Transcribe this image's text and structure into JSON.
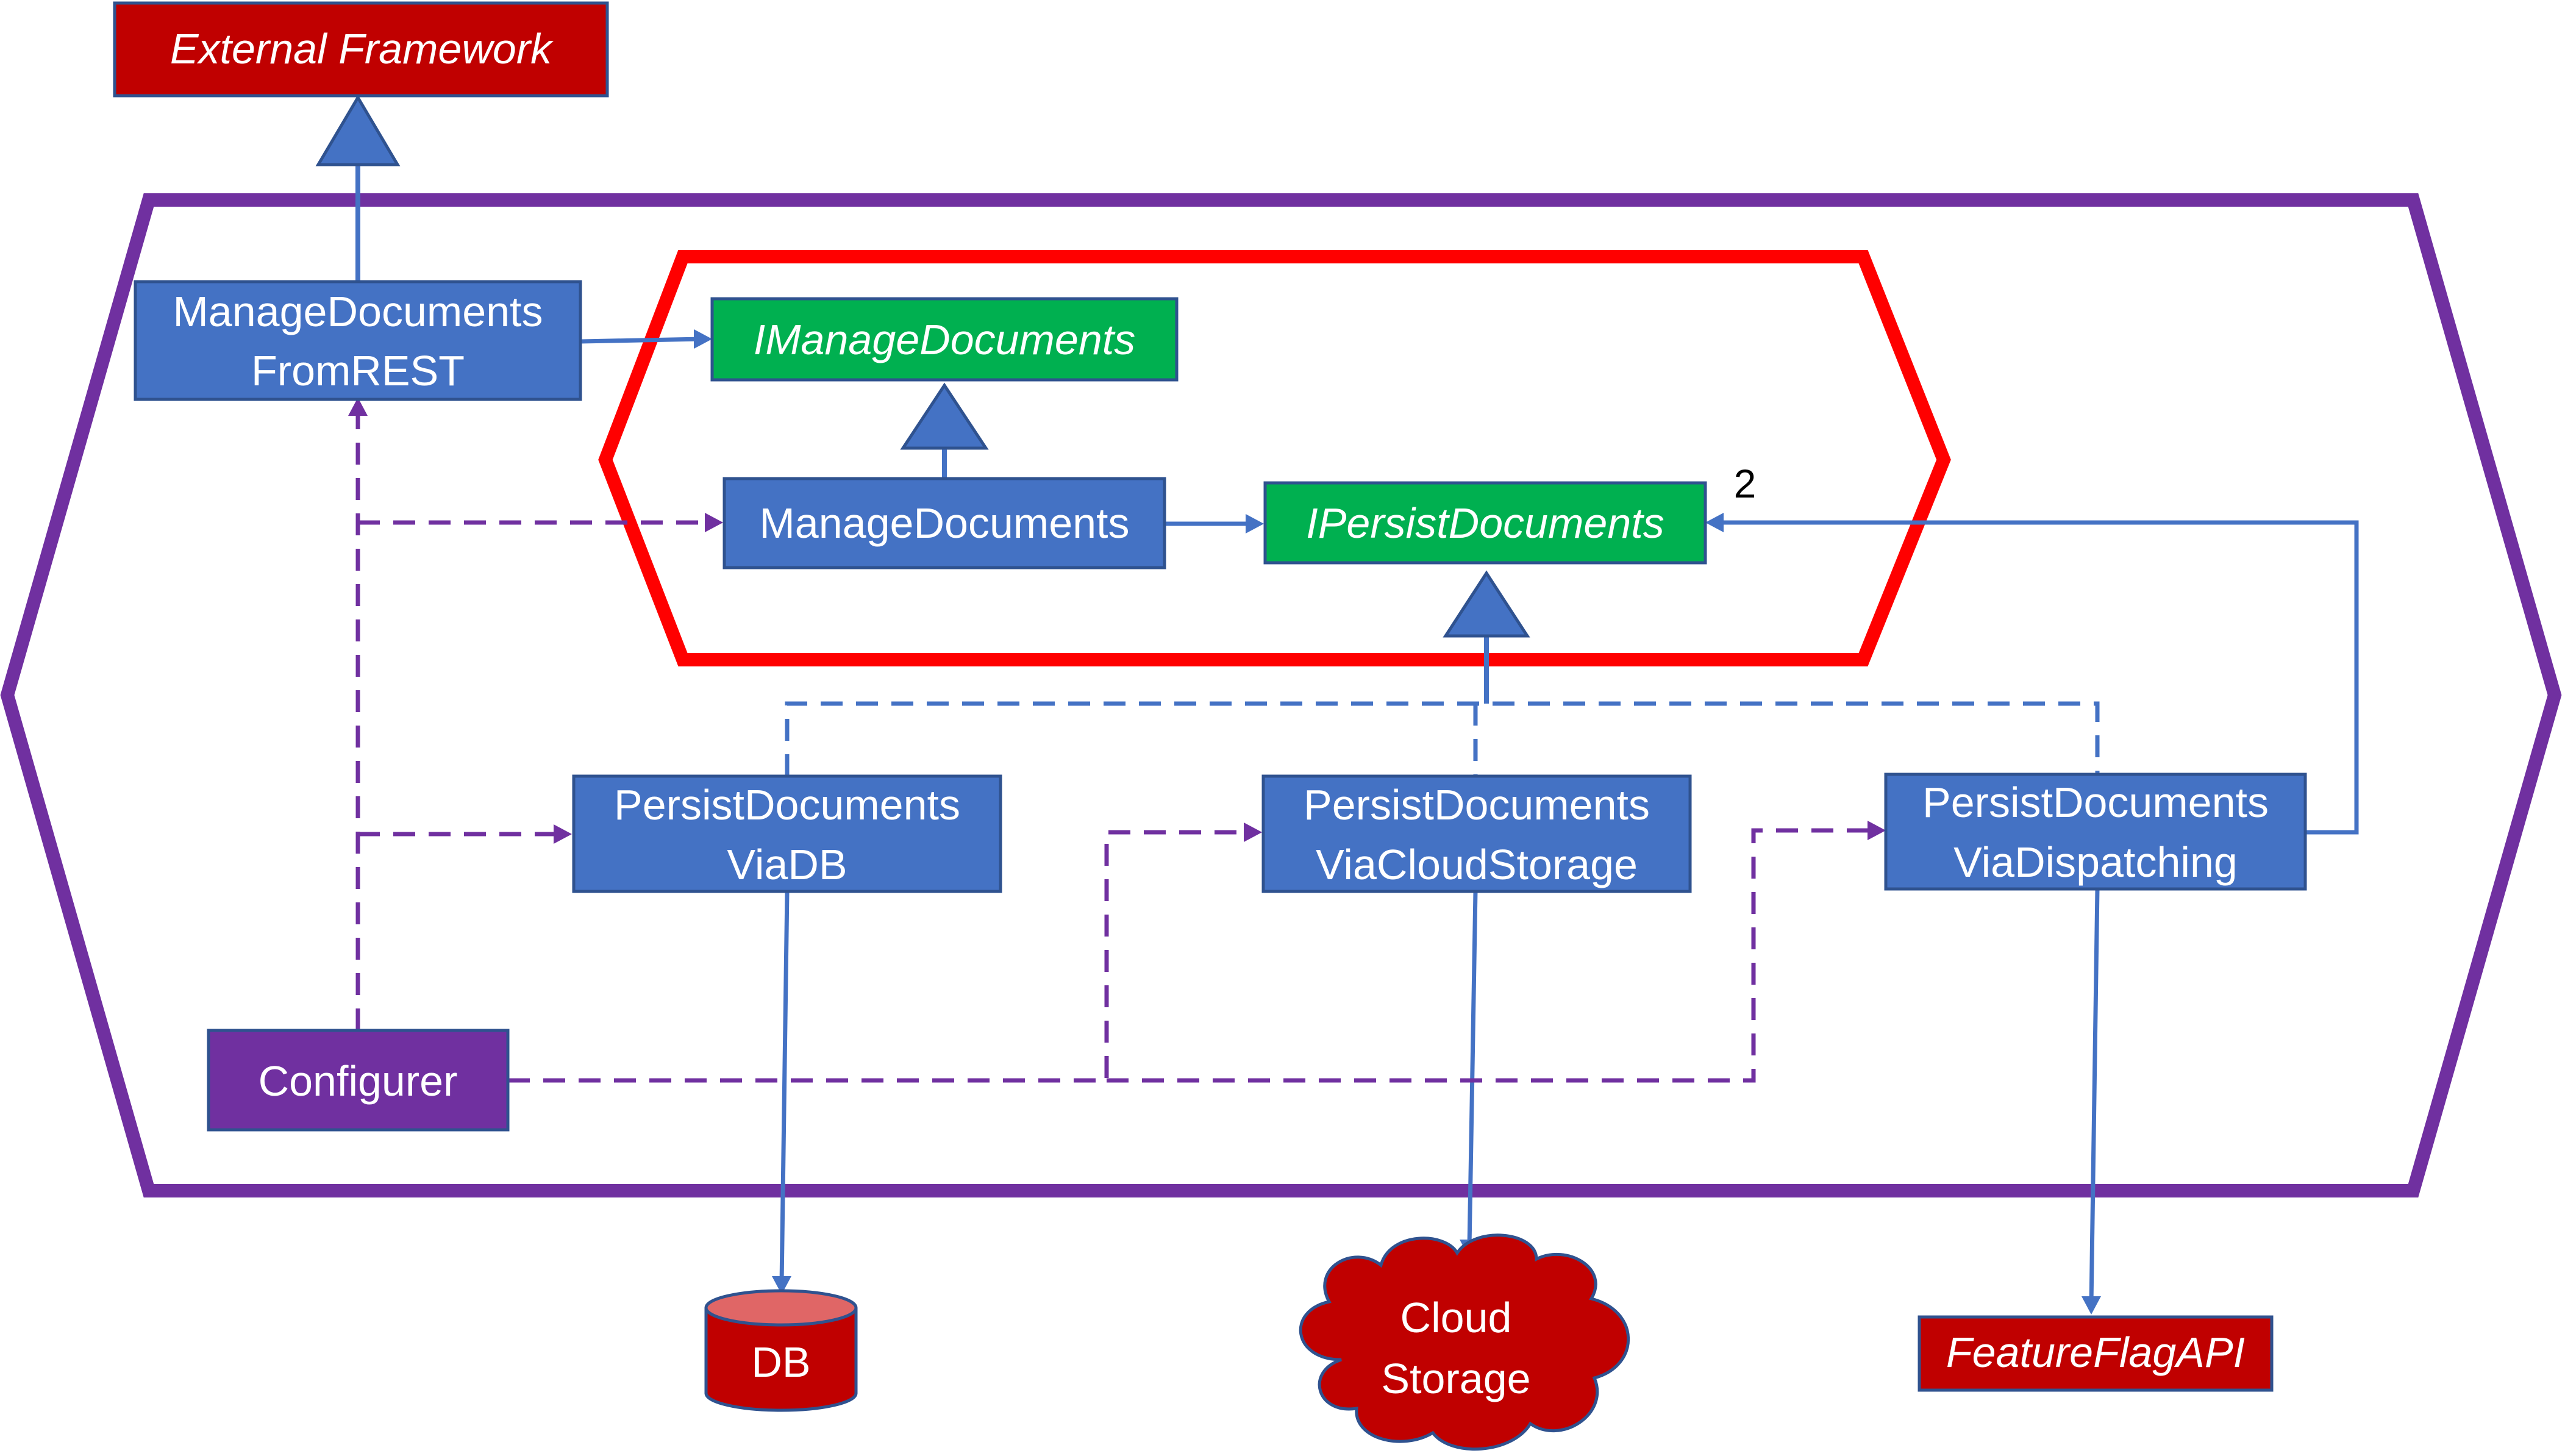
{
  "colors": {
    "blue_box": "#4472C4",
    "blue_border": "#2F528F",
    "green_box": "#00B050",
    "red_box": "#C00000",
    "purple": "#7030A0",
    "red_hex": "#FF0000",
    "connector_blue": "#4472C4",
    "dashed_purple": "#7030A0"
  },
  "external": {
    "framework": "External Framework",
    "db": "DB",
    "cloud_line1": "Cloud",
    "cloud_line2": "Storage",
    "feature_flag": "FeatureFlagAPI"
  },
  "adapters": {
    "rest_line1": "ManageDocuments",
    "rest_line2": "FromREST",
    "db_line1": "PersistDocuments",
    "db_line2": "ViaDB",
    "cloud_line1": "PersistDocuments",
    "cloud_line2": "ViaCloudStorage",
    "dispatch_line1": "PersistDocuments",
    "dispatch_line2": "ViaDispatching",
    "configurer": "Configurer"
  },
  "core": {
    "imanage": "IManageDocuments",
    "manage": "ManageDocuments",
    "ipersist": "IPersistDocuments",
    "badge": "2"
  }
}
